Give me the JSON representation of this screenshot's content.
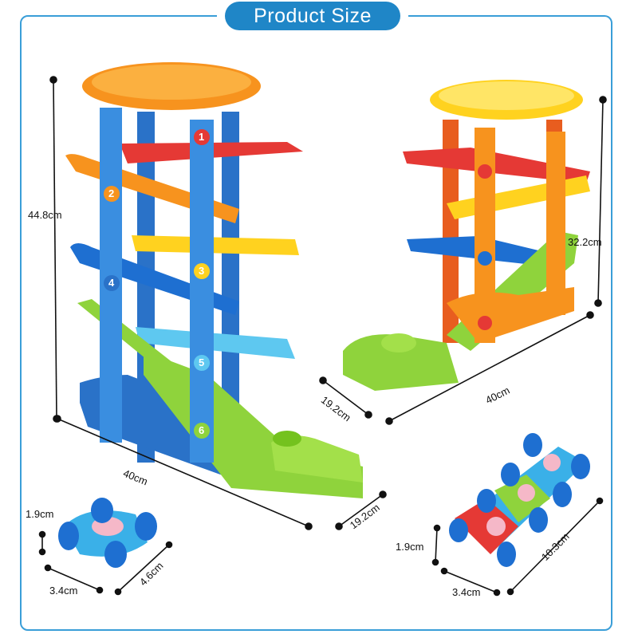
{
  "header": {
    "title": "Product Size"
  },
  "dimensions": {
    "large_height": "44.8cm",
    "large_length": "40cm",
    "large_width": "19.2cm",
    "small_height": "32.2cm",
    "small_length": "40cm",
    "small_width": "19.2cm",
    "car_single_height": "1.9cm",
    "car_single_width": "3.4cm",
    "car_single_length": "4.6cm",
    "car_train_height": "1.9cm",
    "car_train_width": "3.4cm",
    "car_train_length": "10.3cm"
  },
  "track_numbers": [
    "1",
    "2",
    "3",
    "4",
    "5",
    "6"
  ],
  "colors": {
    "frame": "#3a9ed8",
    "title_bg": "#1f86c7",
    "orange": "#f7931e",
    "red": "#e53935",
    "yellow": "#ffd21f",
    "blue": "#1e6fd1",
    "light_blue": "#5ec8f0",
    "green": "#8fd33c",
    "tower_blue": "#2a72c8"
  },
  "icons": [
    "race-track-tower",
    "crocodile-ramp",
    "toy-race-car",
    "toy-car-train"
  ]
}
